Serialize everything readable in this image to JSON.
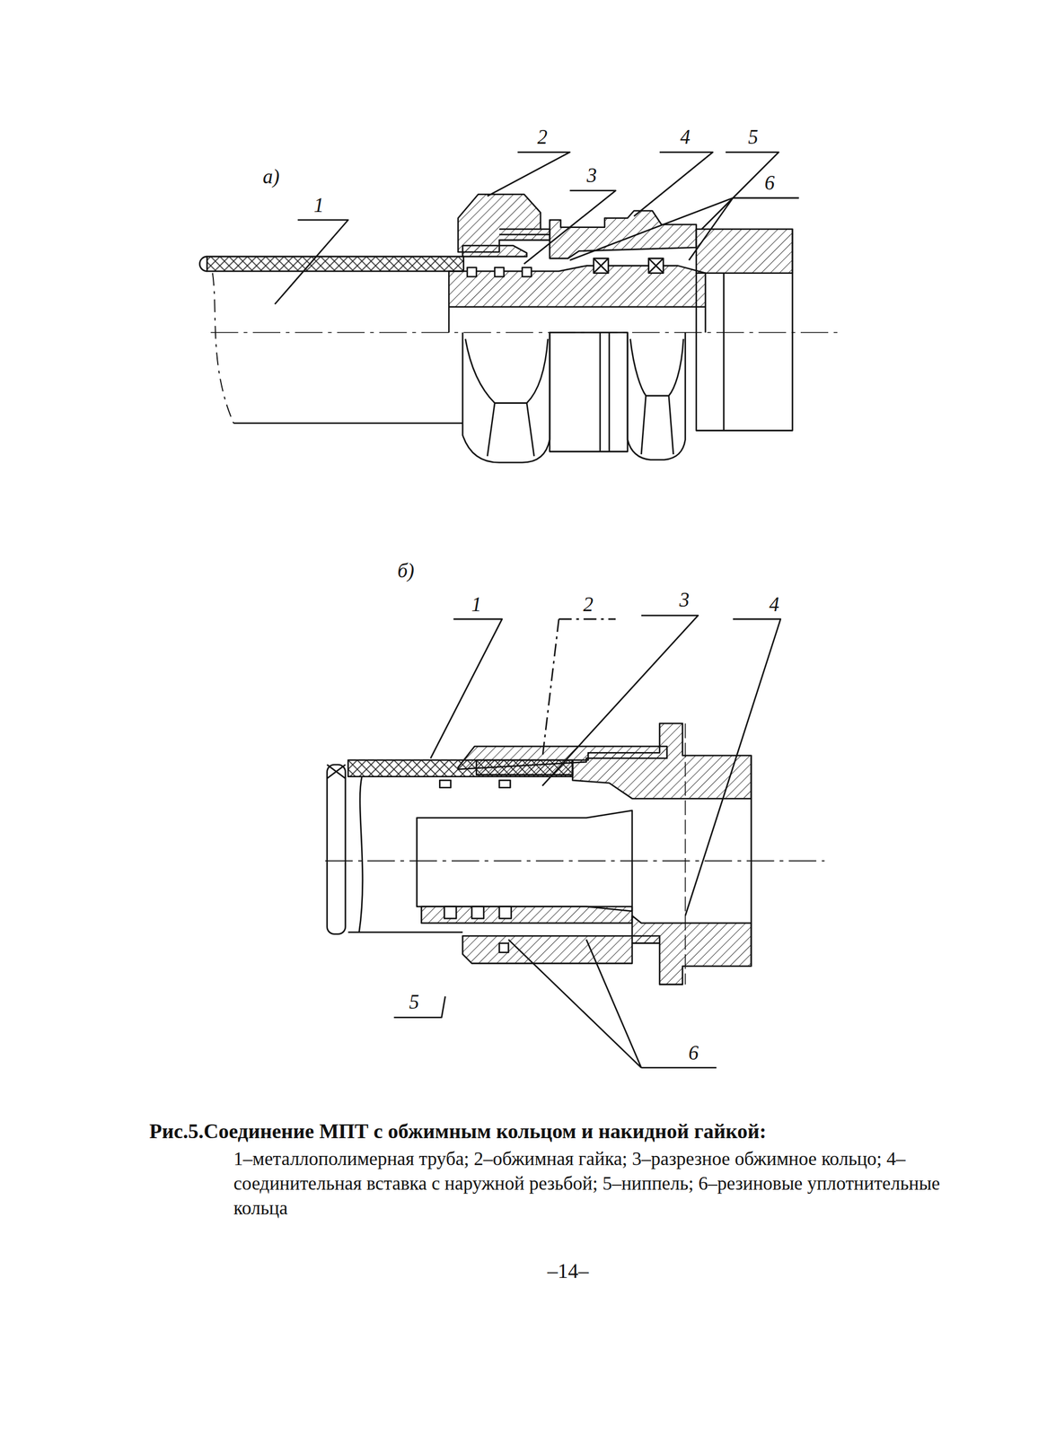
{
  "diagram": {
    "caption": "Рис.5.Соединение МПТ с обжимным кольцом и накидной гайкой:",
    "labels": [
      "а)",
      "2",
      "4",
      "5",
      "3",
      "6",
      "1",
      "б)",
      "1",
      "2",
      "3",
      "4",
      "5",
      "6",
      "1–металлополимерная труба; 2–обжимная гайка; 3–разрезное обжимное кольцо; 4– соединительная вставка с наружной резьбой; 5–ниппель; 6–резиновые уплотнительные кольца",
      "–14–"
    ]
  }
}
